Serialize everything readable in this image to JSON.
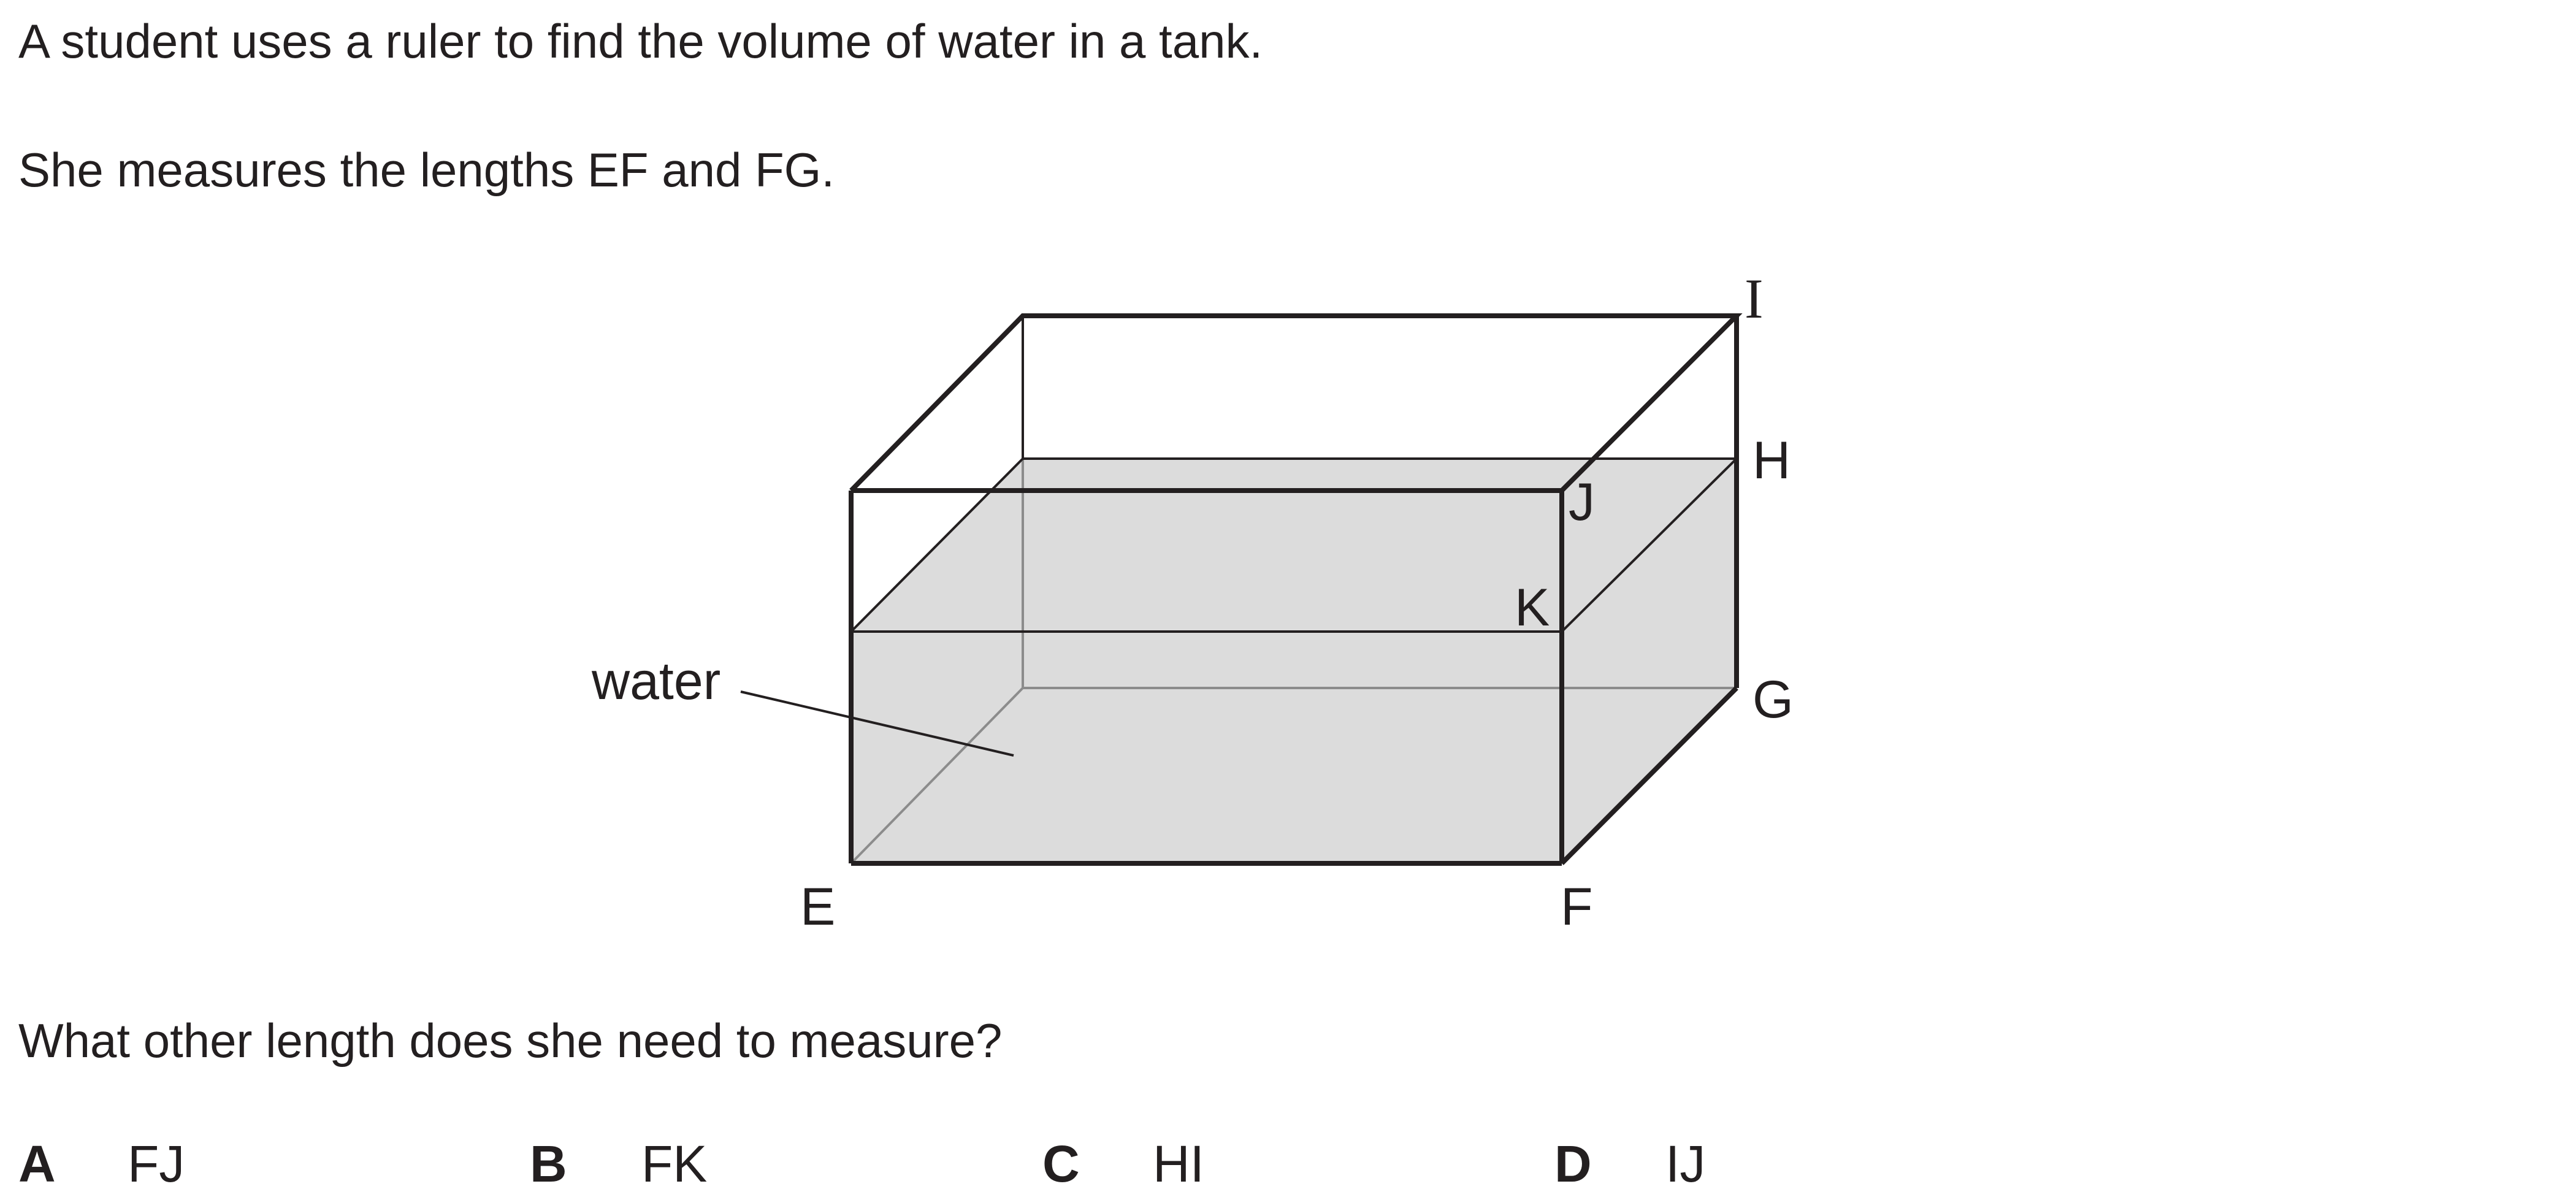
{
  "question": {
    "intro": "A student uses a ruler to find the volume of water in a tank.",
    "measured": "She measures the lengths EF and FG.",
    "prompt": "What other length does she need to measure?"
  },
  "diagram": {
    "water_label": "water",
    "vertex_labels": {
      "E": "E",
      "F": "F",
      "G": "G",
      "H": "H",
      "I": "I",
      "J": "J",
      "K": "K"
    },
    "water_color": "#dcdcdc",
    "edge_color": "#231f20",
    "hidden_edge_color": "#8c8c8c"
  },
  "options": [
    {
      "letter": "A",
      "text": "FJ"
    },
    {
      "letter": "B",
      "text": "FK"
    },
    {
      "letter": "C",
      "text": "HI"
    },
    {
      "letter": "D",
      "text": "IJ"
    }
  ]
}
